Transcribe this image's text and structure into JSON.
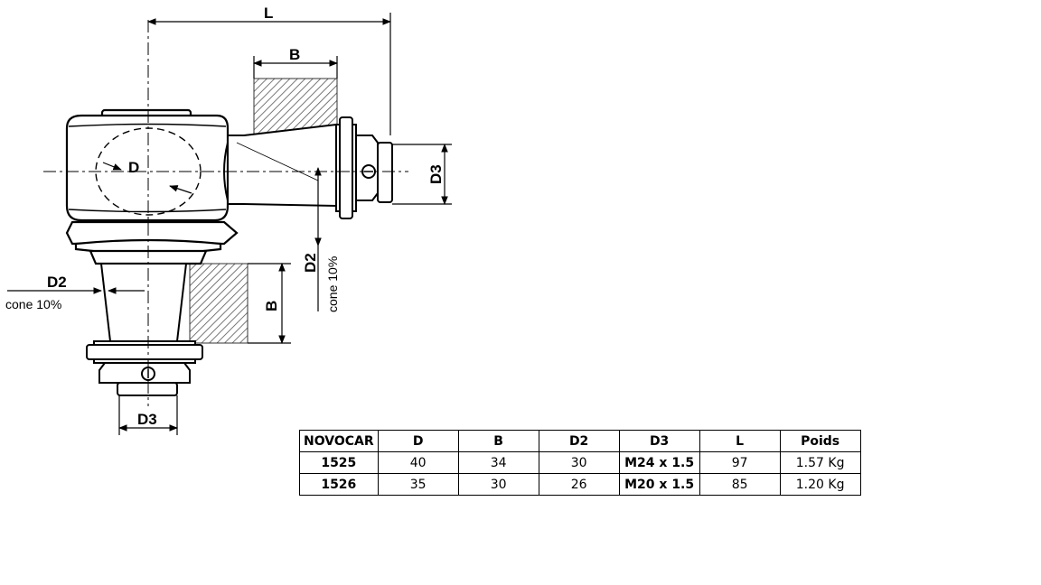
{
  "labels": {
    "L": "L",
    "B": "B",
    "D": "D",
    "D3": "D3",
    "D2": "D2",
    "cone": "cone",
    "cone_pct": "10%"
  },
  "table": {
    "headers": [
      "NOVOCAR",
      "D",
      "B",
      "D2",
      "D3",
      "L",
      "Poids"
    ],
    "rows": [
      [
        "1525",
        "40",
        "34",
        "30",
        "M24 x 1.5",
        "97",
        "1.57 Kg"
      ],
      [
        "1526",
        "35",
        "30",
        "26",
        "M20 x 1.5",
        "85",
        "1.20 Kg"
      ]
    ]
  }
}
